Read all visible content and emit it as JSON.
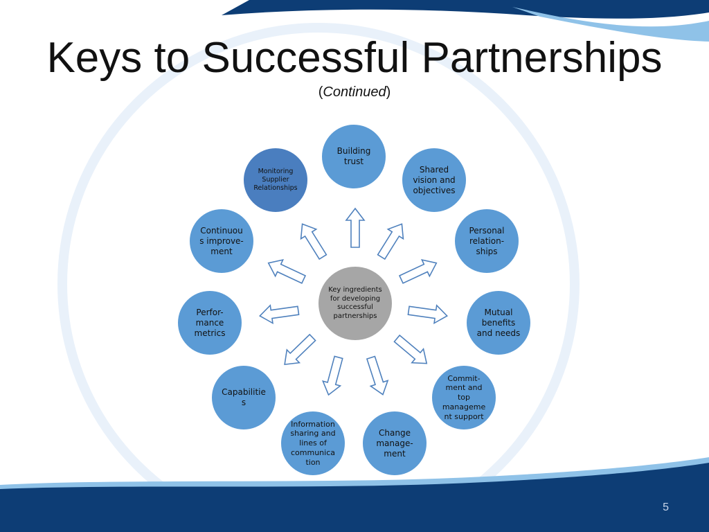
{
  "slide": {
    "title": "Keys to Successful Partnerships",
    "subtitle_open": "(",
    "subtitle_italic": "Continued",
    "subtitle_close": ")",
    "page_number": "5"
  },
  "diagram": {
    "center": {
      "label": "Key ingredients for developing successful partnerships"
    },
    "nodes": [
      {
        "id": "building-trust",
        "label": "Building trust"
      },
      {
        "id": "shared-vision",
        "label": "Shared vision and objectives"
      },
      {
        "id": "personal-relationships",
        "label": "Personal relation-ships"
      },
      {
        "id": "mutual-benefits",
        "label": "Mutual benefits and needs"
      },
      {
        "id": "commitment",
        "label": "Commit-ment and top manageme nt support"
      },
      {
        "id": "change-management",
        "label": "Change manage-ment"
      },
      {
        "id": "information-sharing",
        "label": "Information sharing and lines of communica tion"
      },
      {
        "id": "capabilities",
        "label": "Capabilitie s"
      },
      {
        "id": "performance-metrics",
        "label": "Perfor-mance metrics"
      },
      {
        "id": "continuous-improvement",
        "label": "Continuou s improve-ment"
      },
      {
        "id": "monitoring-supplier",
        "label": "Monitoring Supplier Relationships"
      }
    ],
    "colors": {
      "node_fill": "#5b9bd5",
      "highlight_fill": "#4a7ebf",
      "center_fill": "#a6a6a6",
      "arrow_stroke": "#4f81bd",
      "band_dark": "#0d3d75",
      "band_light": "#8fc2e8"
    }
  }
}
